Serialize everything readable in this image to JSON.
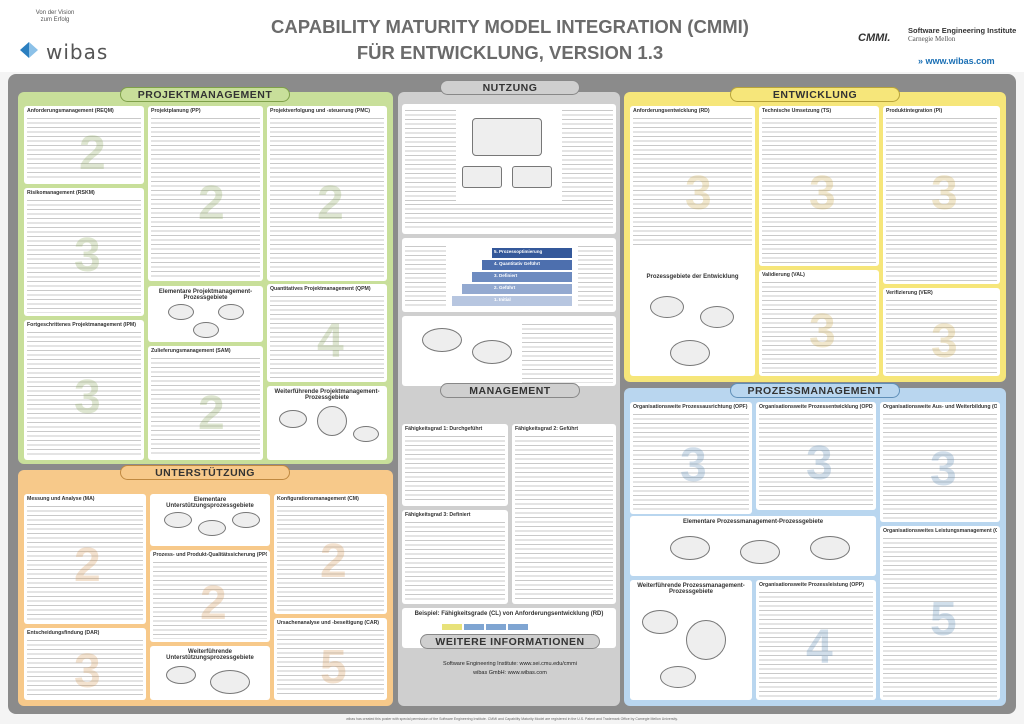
{
  "header": {
    "tagline": "Von der Vision zum Erfolg",
    "brand": "wibas",
    "title_line1": "CAPABILITY MATURITY MODEL INTEGRATION (CMMI)",
    "title_line2": "FÜR ENTWICKLUNG, VERSION 1.3",
    "cmmi_logo": "CMMI.",
    "sei_name": "Software Engineering Institute",
    "sei_university": "Carnegie Mellon",
    "website": "» www.wibas.com"
  },
  "sections": {
    "projektmanagement": "PROJEKTMANAGEMENT",
    "entwicklung": "ENTWICKLUNG",
    "prozessmanagement": "PROZESSMANAGEMENT",
    "unterstuetzung": "UNTERSTÜTZUNG",
    "nutzung": "NUTZUNG",
    "management": "MANAGEMENT",
    "weitere": "WEITERE INFORMATIONEN"
  },
  "pm_cards": {
    "reqm": "Anforderungsmanagement (REQM)",
    "pp": "Projektplanung (PP)",
    "pmc": "Projektverfolgung und -steuerung (PMC)",
    "rskm": "Risikomanagement (RSKM)",
    "ipm": "Fortgeschrittenes Projektmanagement (IPM)",
    "qpm": "Quantitatives Projektmanagement (QPM)",
    "sam": "Zulieferungsmanagement (SAM)",
    "elem": "Elementare Projektmanagement-Prozessgebiete",
    "weit": "Weiterführende Projektmanagement-Prozessgebiete"
  },
  "dev_cards": {
    "rd": "Anforderungsentwicklung (RD)",
    "ts": "Technische Umsetzung (TS)",
    "pi": "Produktintegration (PI)",
    "val": "Validierung (VAL)",
    "ver": "Verifizierung (VER)",
    "diag": "Prozessgebiete der Entwicklung"
  },
  "prz_cards": {
    "opf": "Organisationsweite Prozessausrichtung (OPF)",
    "opd": "Organisationsweite Prozessentwicklung (OPD)",
    "ot": "Organisationsweite Aus- und Weiterbildung (OT)",
    "opm": "Organisationsweites Leistungsmanagement (OPM)",
    "opp": "Organisationsweite Prozessleistung (OPP)",
    "elem": "Elementare Prozessmanagement-Prozessgebiete",
    "weit": "Weiterführende Prozessmanagement-Prozessgebiete"
  },
  "sup_cards": {
    "ma": "Messung und Analyse (MA)",
    "cm": "Konfigurationsmanagement (CM)",
    "ppqa": "Prozess- und Produkt-Qualitätssicherung (PPQA)",
    "dar": "Entscheidungsfindung (DAR)",
    "car": "Ursachenanalyse und -beseitigung (CAR)",
    "elem": "Elementare Unterstützungsprozessgebiete",
    "weit": "Weiterführende Unterstützungsprozessgebiete"
  },
  "management": {
    "cl1": "Fähigkeitsgrad 1: Durchgeführt",
    "cl2": "Fähigkeitsgrad 2: Geführt",
    "cl3": "Fähigkeitsgrad 3: Definiert",
    "example": "Beispiel: Fähigkeitsgrade (CL) von Anforderungsentwicklung (RD)"
  },
  "nutzung": {
    "levels": [
      "5. Prozessoptimierung",
      "4. Quantitativ Geführt",
      "3. Definiert",
      "2. Geführt",
      "1. Initial"
    ]
  },
  "credits": {
    "line1": "Software Engineering Institute: www.sei.cmu.edu/cmmi",
    "line2": "wibas GmbH: www.wibas.com"
  },
  "footer": "wibas has created this poster with special permission of the Software Engineering Institute. CMMI and Capability Maturity Model are registered in the U.S. Patent and Trademark Office by Carnegie Mellon University."
}
